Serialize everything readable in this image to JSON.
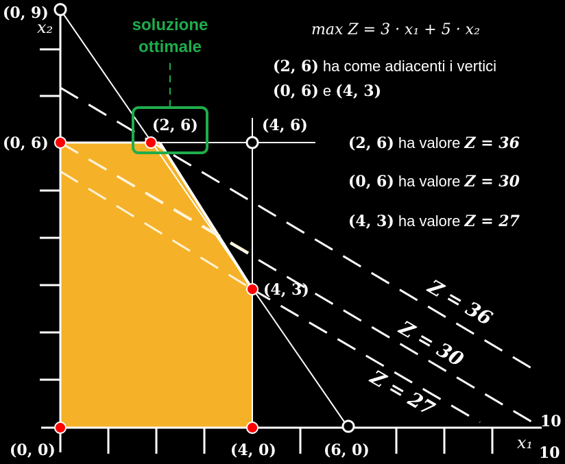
{
  "objective": "max Z = 3 · x₁ + 5 · x₂",
  "axes": {
    "x_label": "x₁",
    "y_label": "x₂",
    "x_max_label": "10",
    "y_max_label": "10"
  },
  "optimal_label": {
    "line1": "soluzione",
    "line2": "ottimale"
  },
  "adjacent_text": {
    "line1_point": "(2, 6)",
    "line1_text": " ha come adiacenti i vertici",
    "line2_p1": "(0, 6)",
    "line2_e": " e ",
    "line2_p2": "(4, 3)"
  },
  "values": [
    {
      "point": "(2, 6)",
      "text": " ha valore ",
      "z": "Z = 36"
    },
    {
      "point": "(0, 6)",
      "text": " ha valore ",
      "z": "Z = 30"
    },
    {
      "point": "(4, 3)",
      "text": " ha valore ",
      "z": "Z = 27"
    }
  ],
  "point_labels": {
    "p09": "(0, 9)",
    "p06": "(0, 6)",
    "p26": "(2, 6)",
    "p46": "(4, 6)",
    "p43": "(4, 3)",
    "p00": "(0, 0)",
    "p40": "(4, 0)",
    "p60": "(6, 0)"
  },
  "line_labels": {
    "z36": "Z = 36",
    "z30": "Z = 30",
    "z27": "Z = 27"
  },
  "colors": {
    "feasible": "#f5b128",
    "optimal_box": "#1fad4b",
    "vertex": "#ff0000",
    "background": "#000000"
  }
}
